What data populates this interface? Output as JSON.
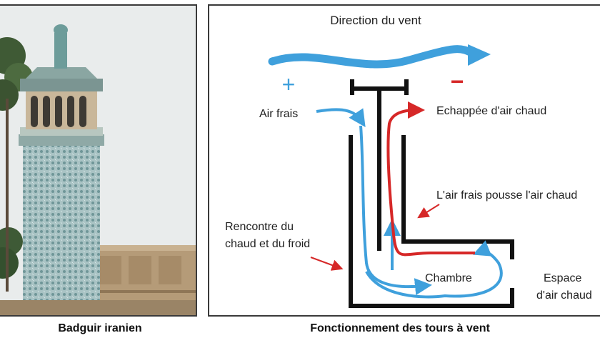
{
  "captions": {
    "left": "Badguir iranien",
    "right": "Fonctionnement des tours à vent"
  },
  "diagram": {
    "wind_direction": "Direction du vent",
    "plus_sign": "+",
    "minus_sign": "−",
    "cool_air_in": "Air frais",
    "hot_air_exhaust": "Echappée d'air chaud",
    "cool_pushes_hot": "L'air frais pousse l'air chaud",
    "hot_cold_meet_line1": "Rencontre du",
    "hot_cold_meet_line2": "chaud et du froid",
    "chamber": "Chambre",
    "hot_space_line1": "Espace",
    "hot_space_line2": "d'air chaud"
  },
  "colors": {
    "cool_air": "#3fa0dc",
    "hot_air": "#d62828",
    "structure": "#111111"
  }
}
